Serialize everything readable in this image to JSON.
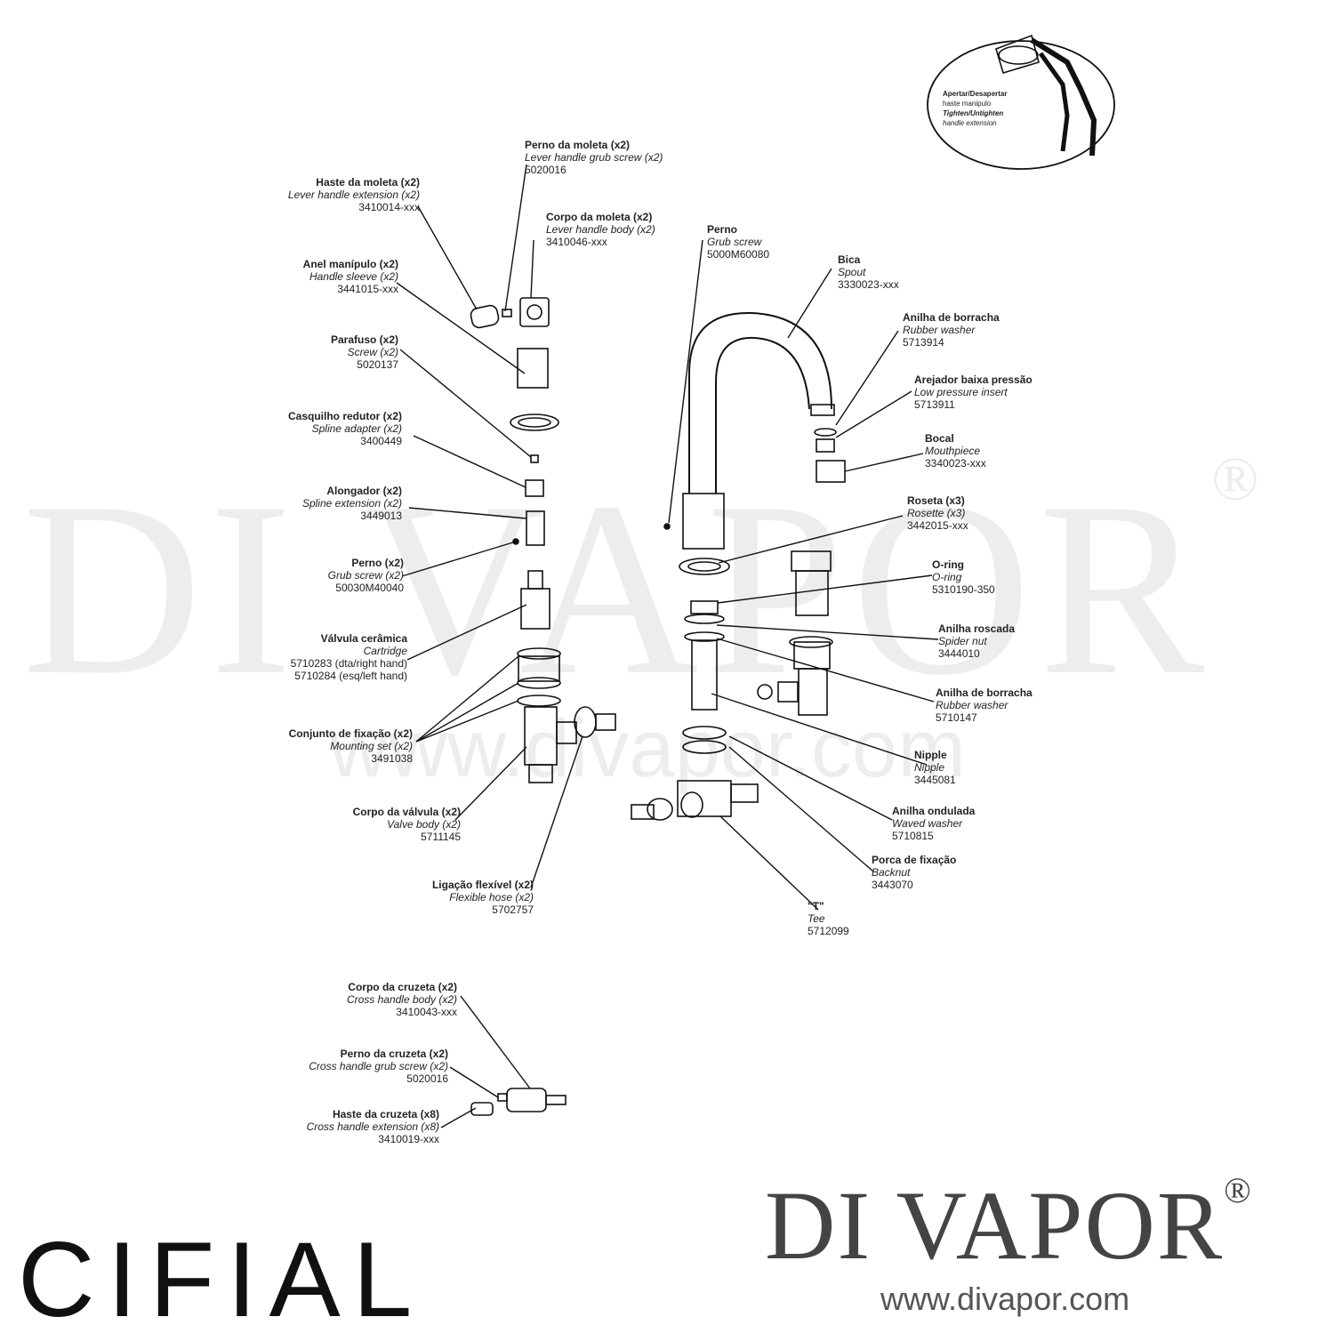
{
  "watermark": {
    "big": "DI VAPOR",
    "reg": "®",
    "url": "www.divapor.com"
  },
  "inset": {
    "pt_title": "Apertar/Desapertar",
    "pt_sub": "haste manipulo",
    "en_title": "Tighten/Untighten",
    "en_sub": "handle extension"
  },
  "labels": {
    "perno_moleta": {
      "pt": "Perno da moleta (x2)",
      "en": "Lever handle grub screw (x2)",
      "code": "5020016"
    },
    "haste_moleta": {
      "pt": "Haste da moleta (x2)",
      "en": "Lever handle extension (x2)",
      "code": "3410014-xxx"
    },
    "corpo_moleta": {
      "pt": "Corpo da moleta (x2)",
      "en": "Lever handle body (x2)",
      "code": "3410046-xxx"
    },
    "anel": {
      "pt": "Anel manípulo (x2)",
      "en": "Handle sleeve (x2)",
      "code": "3441015-xxx"
    },
    "parafuso": {
      "pt": "Parafuso (x2)",
      "en": "Screw (x2)",
      "code": "5020137"
    },
    "casquilho": {
      "pt": "Casquilho redutor (x2)",
      "en": "Spline adapter (x2)",
      "code": "3400449"
    },
    "alongador": {
      "pt": "Alongador (x2)",
      "en": "Spline extension (x2)",
      "code": "3449013"
    },
    "perno": {
      "pt": "Perno (x2)",
      "en": "Grub screw (x2)",
      "code": "50030M40040"
    },
    "valvula": {
      "pt": "Válvula cerâmica",
      "en": "Cartridge",
      "code": "5710283 (dta/right hand)",
      "code2": "5710284 (esq/left hand)"
    },
    "conjunto": {
      "pt": "Conjunto de fixação (x2)",
      "en": "Mounting set (x2)",
      "code": "3491038"
    },
    "corpo_valvula": {
      "pt": "Corpo da válvula (x2)",
      "en": "Valve body (x2)",
      "code": "5711145"
    },
    "ligacao": {
      "pt": "Ligação flexível (x2)",
      "en": "Flexible hose (x2)",
      "code": "5702757"
    },
    "perno_spout": {
      "pt": "Perno",
      "en": "Grub screw",
      "code": "5000M60080"
    },
    "bica": {
      "pt": "Bica",
      "en": "Spout",
      "code": "3330023-xxx"
    },
    "anilha_borracha_top": {
      "pt": "Anilha de borracha",
      "en": "Rubber washer",
      "code": "5713914"
    },
    "arejador": {
      "pt": "Arejador baixa pressão",
      "en": "Low pressure insert",
      "code": "5713911"
    },
    "bocal": {
      "pt": "Bocal",
      "en": "Mouthpiece",
      "code": "3340023-xxx"
    },
    "roseta": {
      "pt": "Roseta (x3)",
      "en": "Rosette (x3)",
      "code": "3442015-xxx"
    },
    "oring": {
      "pt": "O-ring",
      "en": "O-ring",
      "code": "5310190-350"
    },
    "anilha_roscada": {
      "pt": "Anilha roscada",
      "en": "Spider nut",
      "code": "3444010"
    },
    "anilha_borracha": {
      "pt": "Anilha de borracha",
      "en": "Rubber washer",
      "code": "5710147"
    },
    "nipple": {
      "pt": "Nipple",
      "en": "Nipple",
      "code": "3445081"
    },
    "anilha_ondulada": {
      "pt": "Anilha ondulada",
      "en": "Waved washer",
      "code": "5710815"
    },
    "porca": {
      "pt": "Porca de fixação",
      "en": "Backnut",
      "code": "3443070"
    },
    "tee": {
      "pt": "\"T\"",
      "en": "Tee",
      "code": "5712099"
    },
    "corpo_cruzeta": {
      "pt": "Corpo da cruzeta (x2)",
      "en": "Cross handle body (x2)",
      "code": "3410043-xxx"
    },
    "perno_cruzeta": {
      "pt": "Perno da cruzeta (x2)",
      "en": "Cross handle grub screw (x2)",
      "code": "5020016"
    },
    "haste_cruzeta": {
      "pt": "Haste da cruzeta (x8)",
      "en": "Cross handle extension (x8)",
      "code": "3410019-xxx"
    }
  },
  "brand": {
    "manufacturer": "CIFIAL",
    "site_logo": "DI VAPOR",
    "site_reg": "®",
    "site_url": "www.divapor.com"
  }
}
